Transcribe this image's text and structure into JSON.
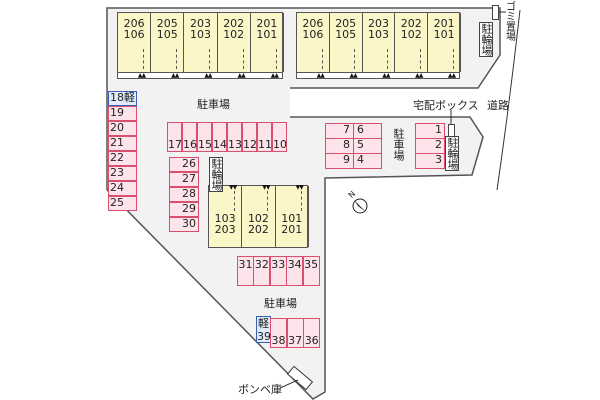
{
  "colors": {
    "lot": "#f2f2f2",
    "building": "#fbf6c8",
    "parking": "#fde4ea",
    "parking_border": "#d9506e",
    "kei": "#e0ecfb",
    "kei_border": "#3c5fb0"
  },
  "building_a": {
    "units": [
      "206\n106",
      "205\n105",
      "203\n103",
      "202\n102",
      "201\n101"
    ]
  },
  "building_b": {
    "units": [
      "206\n106",
      "205\n105",
      "203\n103",
      "202\n102",
      "201\n101"
    ]
  },
  "building_c": {
    "units": [
      "103\n203",
      "102\n202",
      "101\n201"
    ]
  },
  "labels": {
    "parking_top": "駐車場",
    "parking_mid": "駐車場",
    "parking_bottom": "駐車場",
    "bike_top_right": "駐輪場",
    "bike_right": "駐輪場",
    "bike_center": "駐輪場",
    "garbage": "ゴミ置場",
    "delivery_box": "宅配ボックス",
    "road": "道路",
    "gas_storage": "ボンベ庫",
    "north": "N"
  },
  "spaces": {
    "left_column": [
      "18軽",
      "19",
      "20",
      "21",
      "22",
      "23",
      "24",
      "25"
    ],
    "row_top": [
      "17",
      "16",
      "15",
      "14",
      "13",
      "12",
      "11",
      "10"
    ],
    "column_mid": [
      "26",
      "27",
      "28",
      "29",
      "30"
    ],
    "block_left": [
      "7",
      "6",
      "8",
      "5",
      "9",
      "4"
    ],
    "block_right": [
      "1",
      "2",
      "3"
    ],
    "row_bottom": [
      "31",
      "32",
      "33",
      "34",
      "35"
    ],
    "row_last_kei": "軽39",
    "row_last": [
      "38",
      "37",
      "36"
    ]
  }
}
